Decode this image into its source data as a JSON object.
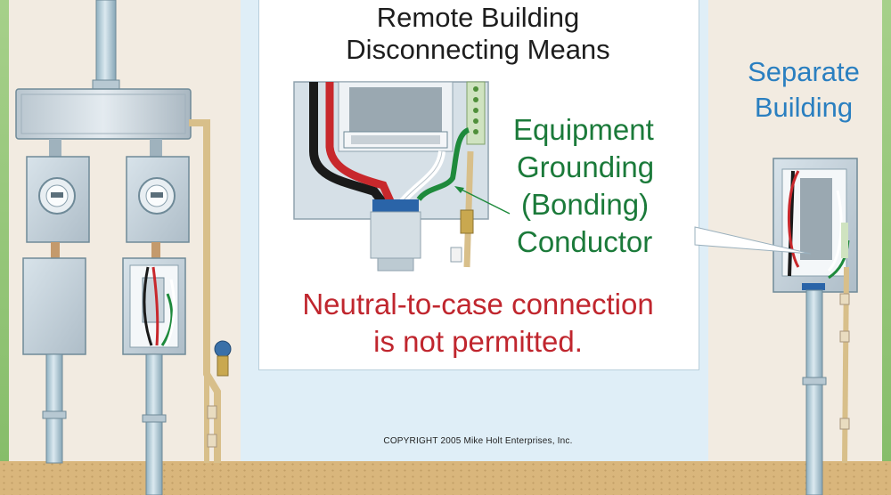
{
  "diagram": {
    "title_line1": "Remote Building",
    "title_line2": "Disconnecting Means",
    "separate_building_line1": "Separate",
    "separate_building_line2": "Building",
    "egc_label_line1": "Equipment",
    "egc_label_line2": "Grounding",
    "egc_label_line3": "(Bonding)",
    "egc_label_line4": "Conductor",
    "warning_line1": "Neutral-to-case connection",
    "warning_line2": "is not permitted.",
    "copyright": "COPYRIGHT 2005  Mike Holt Enterprises, Inc."
  },
  "colors": {
    "title_text": "#1d1d1d",
    "equipment_grounding_text": "#1b7a3a",
    "separate_building_text": "#2a7fc0",
    "warning_text": "#c0262e",
    "wire_black": "#1a1a1a",
    "wire_red": "#c8282c",
    "wire_white": "#ffffff",
    "wire_green": "#1e8a3c",
    "conduit": "#a9c3cf",
    "ground": "#d9b67c"
  }
}
